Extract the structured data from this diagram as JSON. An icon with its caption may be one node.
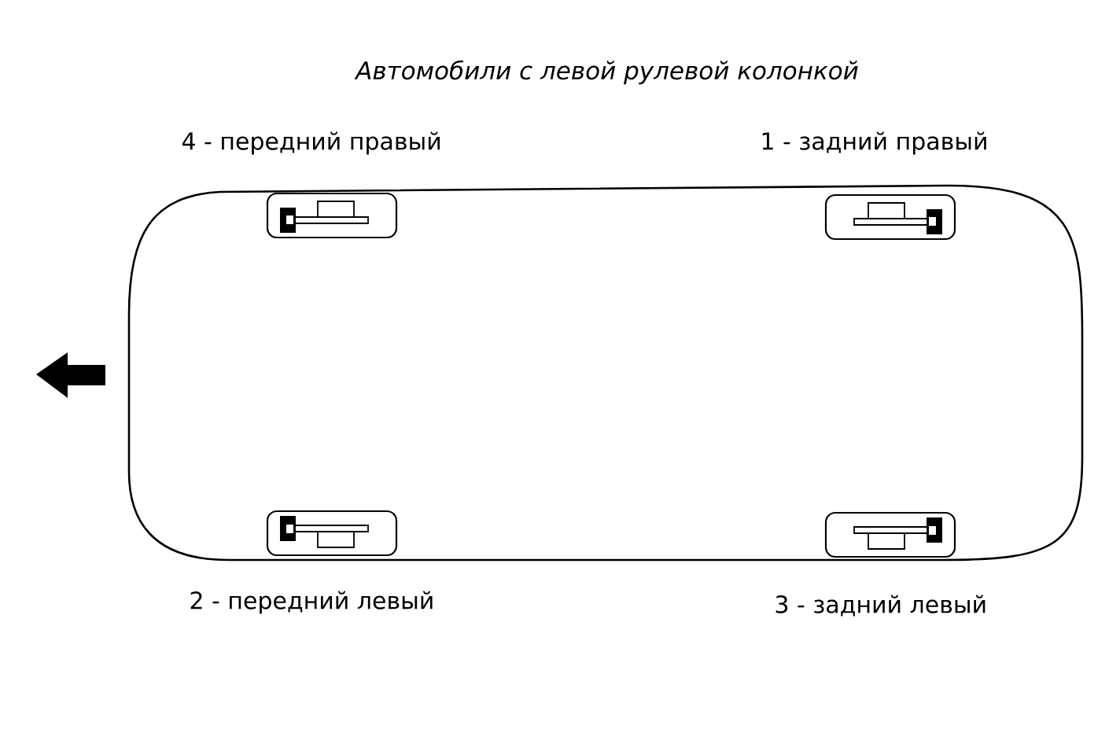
{
  "diagram": {
    "title": "Автомобили с левой рулевой колонкой",
    "labels": [
      "4 - передний правый",
      "1 - задний правый",
      "2 - передний левый",
      "3 - задний левый"
    ]
  }
}
